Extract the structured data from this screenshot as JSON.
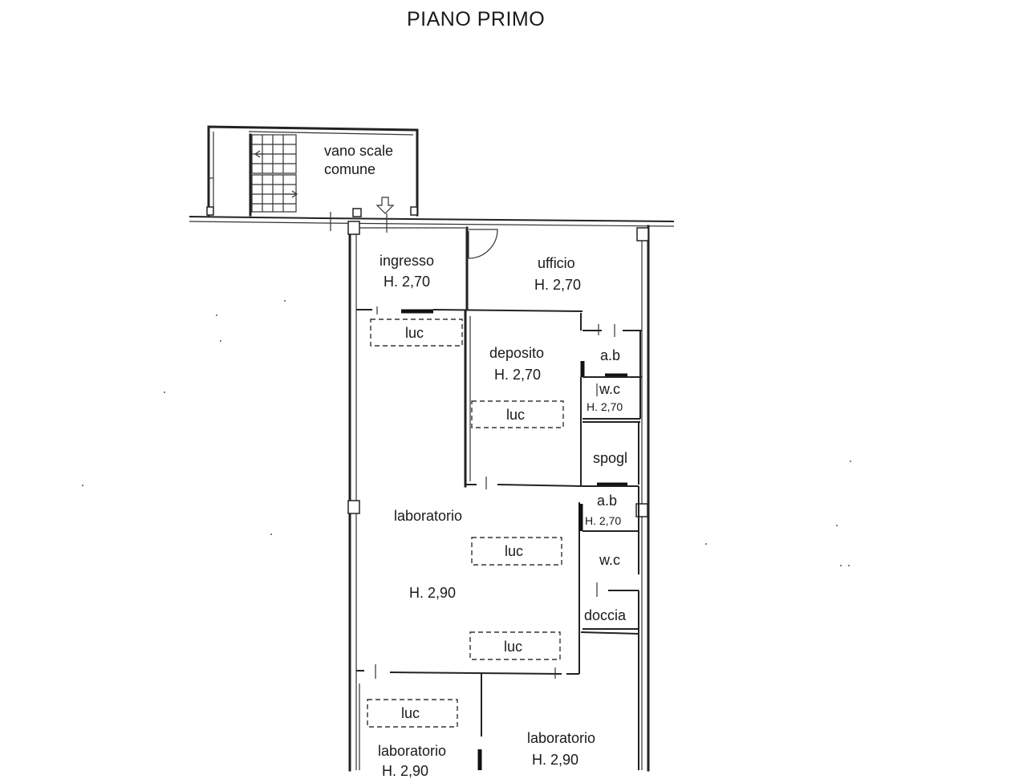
{
  "title": "PIANO PRIMO",
  "rooms": {
    "vano_scale": {
      "line1": "vano scale",
      "line2": "comune"
    },
    "ingresso": {
      "name": "ingresso",
      "height": "H. 2,70"
    },
    "ufficio": {
      "name": "ufficio",
      "height": "H. 2,70"
    },
    "deposito": {
      "name": "deposito",
      "height": "H. 2,70"
    },
    "ab_top": {
      "name": "a.b"
    },
    "wc_top": {
      "name": "w.c",
      "height": "H. 2,70"
    },
    "spogl": {
      "name": "spogl"
    },
    "ab_mid": {
      "name": "a.b",
      "height": "H. 2,70"
    },
    "wc_mid": {
      "name": "w.c"
    },
    "doccia": {
      "name": "doccia"
    },
    "laboratorio_main": {
      "name": "laboratorio",
      "height": "H. 2,90"
    },
    "laboratorio_bl": {
      "name": "laboratorio",
      "height": "H. 2,90"
    },
    "laboratorio_br": {
      "name": "laboratorio",
      "height": "H. 2,90"
    }
  },
  "skylights": {
    "luc_1": "luc",
    "luc_2": "luc",
    "luc_3": "luc",
    "luc_4": "luc",
    "luc_5": "luc"
  }
}
